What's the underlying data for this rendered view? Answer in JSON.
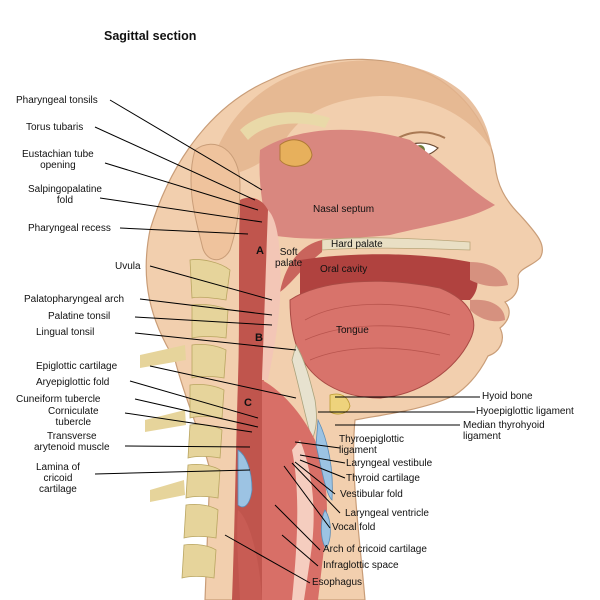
{
  "title": "Sagittal section",
  "regions": {
    "a": "A",
    "b": "B",
    "c": "C"
  },
  "labels": {
    "pharyngeal_tonsils": "Pharyngeal tonsils",
    "torus_tubaris": "Torus tubaris",
    "eustachian_tube_opening": "Eustachian tube\nopening",
    "salpingopalatine_fold": "Salpingopalatine\nfold",
    "pharyngeal_recess": "Pharyngeal recess",
    "uvula": "Uvula",
    "palatopharyngeal_arch": "Palatopharyngeal arch",
    "palatine_tonsil": "Palatine tonsil",
    "lingual_tonsil": "Lingual tonsil",
    "epiglottic_cartilage": "Epiglottic cartilage",
    "aryepiglottic_fold": "Aryepiglottic fold",
    "cuneiform_tubercle": "Cuneiform tubercle",
    "corniculate_tubercle": "Corniculate\ntubercle",
    "transverse_arytenoid_muscle": "Transverse\narytenoid muscle",
    "lamina_of_cricoid_cartilage": "Lamina of\ncricoid\ncartilage",
    "nasal_septum": "Nasal septum",
    "soft_palate": "Soft\npalate",
    "hard_palate": "Hard palate",
    "oral_cavity": "Oral cavity",
    "tongue": "Tongue",
    "hyoid_bone": "Hyoid bone",
    "hyoepiglottic_ligament": "Hyoepiglottic ligament",
    "median_thyrohyoid_ligament": "Median thyrohyoid\nligament",
    "thyroepiglottic_ligament": "Thyroepiglottic\nligament",
    "laryngeal_vestibule": "Laryngeal vestibule",
    "thyroid_cartilage": "Thyroid cartilage",
    "vestibular_fold": "Vestibular fold",
    "laryngeal_ventricle": "Laryngeal ventricle",
    "vocal_fold": "Vocal fold",
    "arch_of_cricoid_cartilage": "Arch of cricoid cartilage",
    "infraglottic_space": "Infraglottic space",
    "esophagus": "Esophagus"
  }
}
